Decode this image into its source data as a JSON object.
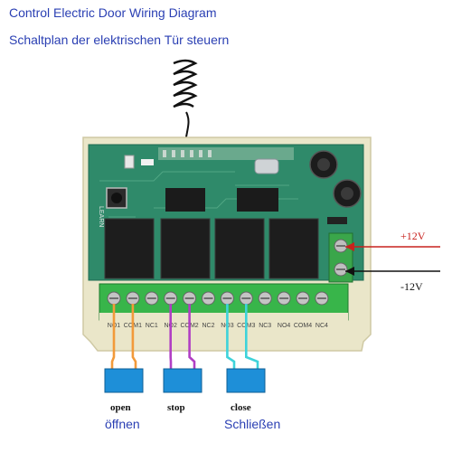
{
  "title_en": "Control Electric Door Wiring Diagram",
  "title_de": "Schaltplan der elektrischen Tür steuern",
  "board": {
    "learn_label": "LEARN",
    "terminal_labels": [
      "NO1",
      "COM1",
      "NC1",
      "NO2",
      "COM2",
      "NC2",
      "NO3",
      "COM3",
      "NC3",
      "NO4",
      "COM4",
      "NC4"
    ]
  },
  "power": {
    "plus_label": "+12V",
    "minus_label": "-12V"
  },
  "buttons": [
    {
      "label_en": "open",
      "label_de": "öffnen",
      "wire_color": "#f29a3a"
    },
    {
      "label_en": "stop",
      "label_de": "",
      "wire_color": "#b13fc4"
    },
    {
      "label_en": "close",
      "label_de": "Schließen",
      "wire_color": "#3ed3da"
    }
  ],
  "colors": {
    "title": "#2a3fb3",
    "plus_wire": "#c8221e",
    "minus_wire": "#111111",
    "button_fill": "#1e8fd8",
    "pcb": "#2f8a6a",
    "terminal_block": "#38b54a"
  }
}
